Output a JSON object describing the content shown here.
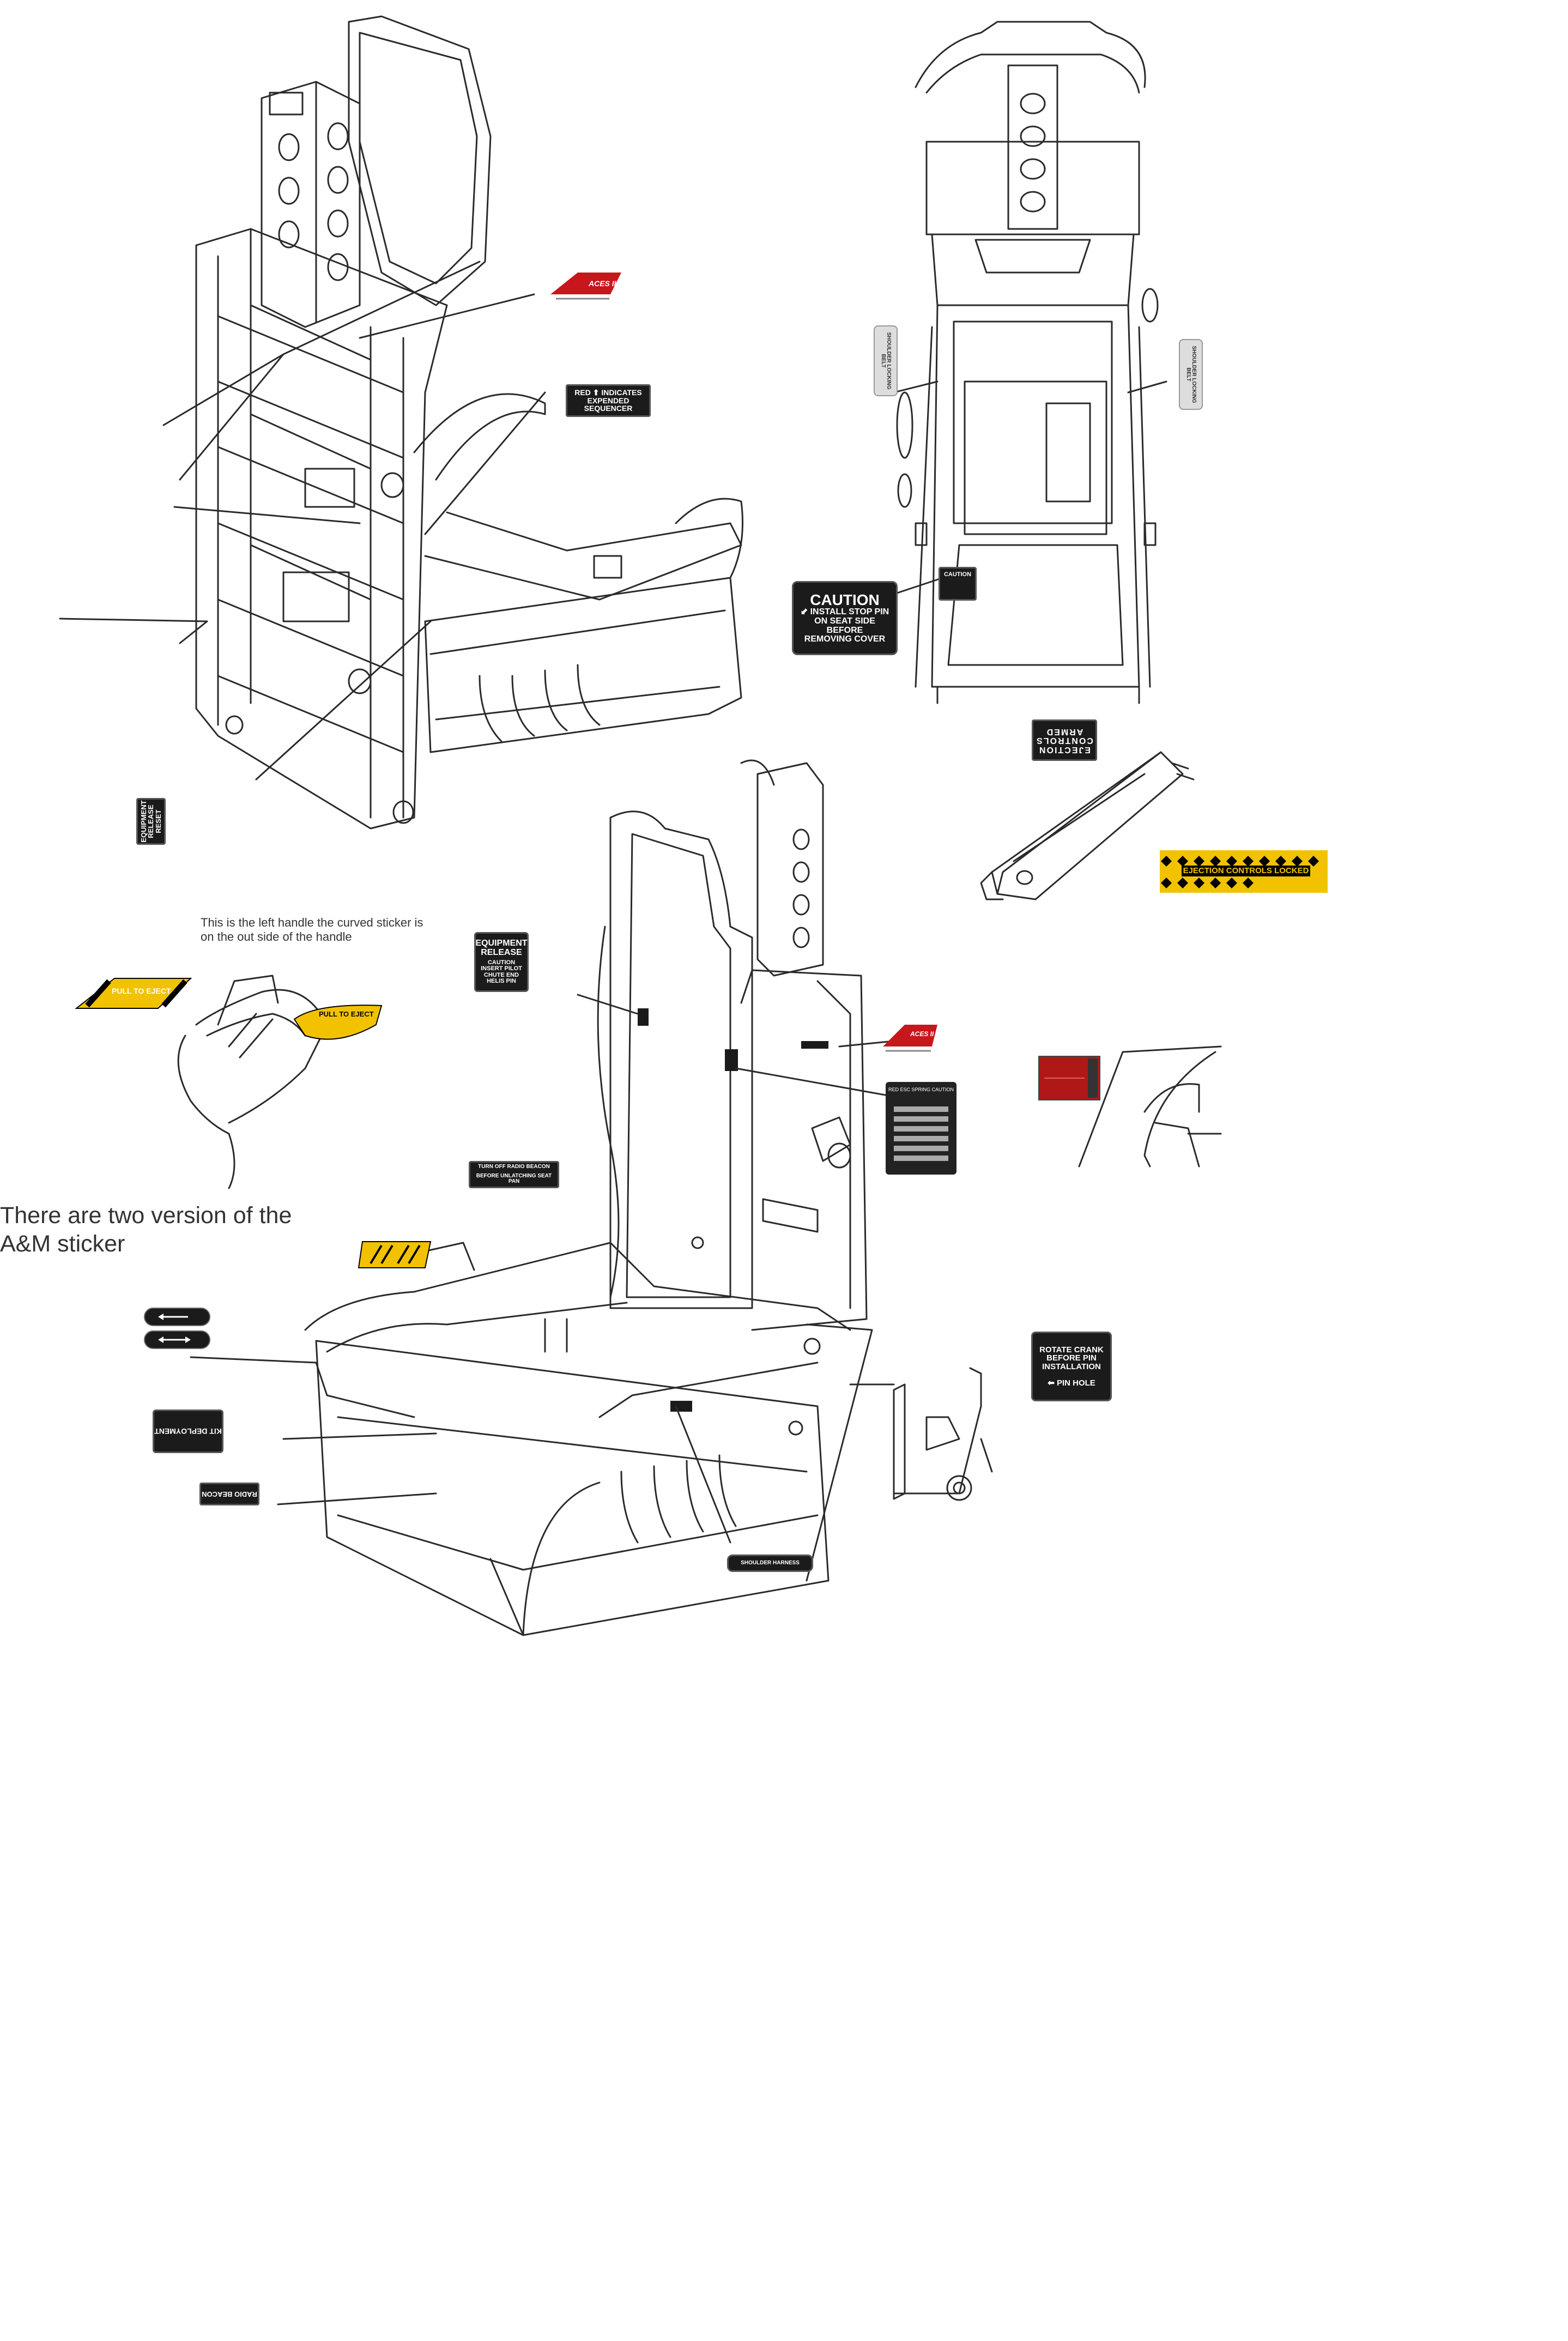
{
  "colors": {
    "label_bg": "#1b1b1b",
    "label_text": "#ffffff",
    "warning_yellow": "#f2c200",
    "acces_red": "#c8161d",
    "warning_red": "#b01818",
    "line_art": "#2a2a2a"
  },
  "notes": {
    "left_handle": "This is the left handle the curved sticker is on the out side of the handle",
    "am_sticker": "There are two version of the A&M sticker"
  },
  "stickers": {
    "aces_logo": "ACES II",
    "red_indicates": "RED",
    "red_indicates_line1": "INDICATES",
    "red_indicates_line2": "EXPENDED SEQUENCER",
    "equipment_release_reset": "EQUIPMENT RELEASE RESET",
    "caution_title": "CAUTION",
    "caution_body1": "INSTALL STOP PIN",
    "caution_body2": "ON SEAT SIDE",
    "caution_body3": "BEFORE",
    "caution_body4": "REMOVING COVER",
    "small_caution": "CAUTION",
    "ejection_controls_armed": "EJECTION CONTROLS ARMED",
    "ejection_controls_locked": "EJECTION CONTROLS LOCKED",
    "shoulder_lock_left": "SHOULDER LOCKING BELT",
    "shoulder_lock_right": "SHOULDER LOCKING BELT",
    "pull_to_eject_1": "PULL TO EJECT",
    "pull_to_eject_2": "PULL TO EJECT",
    "equipment_release_title": "EQUIPMENT RELEASE",
    "equipment_release_caution": "CAUTION",
    "equipment_release_body": "INSERT PILOT CHUTE END HELIS PIN",
    "turn_off_beacon_1": "TURN OFF RADIO BEACON",
    "turn_off_beacon_2": "BEFORE UNLATCHING SEAT PAN",
    "data_plate_title": "RED ESC SPRING CAUTION",
    "rotate_crank_1": "ROTATE CRANK",
    "rotate_crank_2": "BEFORE PIN",
    "rotate_crank_3": "INSTALLATION",
    "pin_hole": "PIN HOLE",
    "kit_deployment": "KIT DEPLOYMENT",
    "radio_beacon": "RADIO BEACON",
    "shoulder_harness": "SHOULDER HARNESS"
  }
}
